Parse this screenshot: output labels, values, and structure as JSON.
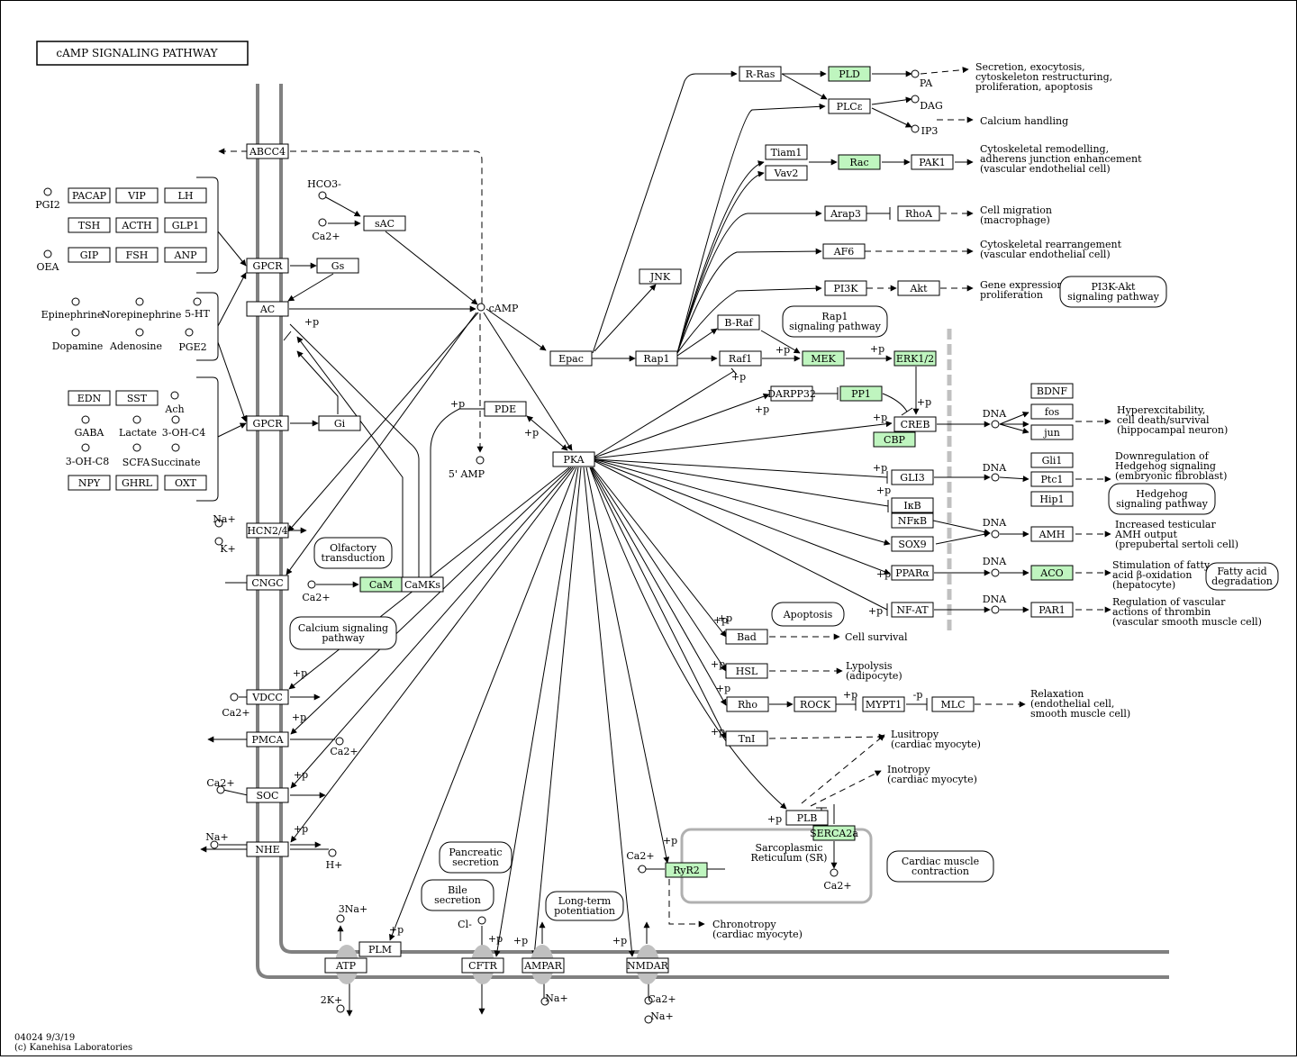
{
  "title": "cAMP SIGNALING PATHWAY",
  "footer": {
    "code": "04024 9/3/19",
    "copyright": "(c) Kanehisa Laboratories"
  },
  "colors": {
    "highlight": "#bff5bf",
    "membrane": "#808080"
  },
  "nodes": {
    "abcc4": "ABCC4",
    "pacap": "PACAP",
    "vip": "VIP",
    "lh": "LH",
    "tsh": "TSH",
    "acth": "ACTH",
    "glp1": "GLP1",
    "gip": "GIP",
    "fsh": "FSH",
    "anp": "ANP",
    "gpcr1": "GPCR",
    "gs": "Gs",
    "ac": "AC",
    "sac": "sAC",
    "edn": "EDN",
    "sst": "SST",
    "npy": "NPY",
    "ghrl": "GHRL",
    "oxt": "OXT",
    "gpcr2": "GPCR",
    "gi": "Gi",
    "hcn": "HCN2/4",
    "cngc": "CNGC",
    "cam": "CaM",
    "camks": "CaMKs",
    "vdcc": "VDCC",
    "pmca": "PMCA",
    "soc": "SOC",
    "nhe": "NHE",
    "atp": "ATP",
    "plm": "PLM",
    "cftr": "CFTR",
    "ampar": "AMPAR",
    "nmdar": "NMDAR",
    "pde": "PDE",
    "pka": "PKA",
    "epac": "Epac",
    "rap1": "Rap1",
    "jnk": "JNK",
    "rras": "R-Ras",
    "pld": "PLD",
    "plce": "PLCε",
    "tiam1": "Tiam1",
    "vav2": "Vav2",
    "rac": "Rac",
    "pak1": "PAK1",
    "arap3": "Arap3",
    "rhoa": "RhoA",
    "af6": "AF6",
    "pi3k": "PI3K",
    "akt": "Akt",
    "braf": "B-Raf",
    "raf1": "Raf1",
    "mek": "MEK",
    "erk": "ERK1/2",
    "darpp32": "DARPP32",
    "pp1": "PP1",
    "creb": "CREB",
    "cbp": "CBP",
    "gli3": "GLI3",
    "ikb": "IκB",
    "nfkb": "NFκB",
    "sox9": "SOX9",
    "ppara": "PPARα",
    "nfat": "NF-AT",
    "bdnf": "BDNF",
    "fos": "fos",
    "jun": "jun",
    "gli1": "Gli1",
    "ptc1": "Ptc1",
    "hip1": "Hip1",
    "amh": "AMH",
    "aco": "ACO",
    "par1": "PAR1",
    "bad": "Bad",
    "hsl": "HSL",
    "rho": "Rho",
    "rock": "ROCK",
    "mypt1": "MYPT1",
    "mlc": "MLC",
    "tni": "TnI",
    "plb": "PLB",
    "serca2a": "SERCA2a",
    "ryr2": "RyR2"
  },
  "compounds": {
    "pgi2": "PGI2",
    "oea": "OEA",
    "epinephrine": "Epinephrine",
    "norepinephrine": "Norepinephrine",
    "ht5": "5-HT",
    "dopamine": "Dopamine",
    "adenosine": "Adenosine",
    "pge2": "PGE2",
    "hco3": "HCO3-",
    "ca": "Ca2+",
    "camp": "cAMP",
    "amp5": "5' AMP",
    "ach": "Ach",
    "gaba": "GABA",
    "lactate": "Lactate",
    "ohc4": "3-OH-C4",
    "ohc8": "3-OH-C8",
    "scfa": "SCFA",
    "succinate": "Succinate",
    "na": "Na+",
    "k": "K+",
    "h": "H+",
    "na3": "3Na+",
    "k2": "2K+",
    "cl": "Cl-",
    "pa": "PA",
    "dag": "DAG",
    "ip3": "IP3",
    "dna": "DNA"
  },
  "mods": {
    "plus_p": "+p",
    "minus_p": "-p"
  },
  "outcomes": {
    "secretion": [
      "Secretion, exocytosis,",
      "cytoskeleton restructuring,",
      "proliferation, apoptosis"
    ],
    "calcium_handling": [
      "Calcium handling"
    ],
    "cytoskeletal": [
      "Cytoskeletal remodelling,",
      "adherens junction enhancement",
      "(vascular endothelial cell)"
    ],
    "migration": [
      "Cell migration",
      "(macrophage)"
    ],
    "rearrangement": [
      "Cytoskeletal rearrangement",
      "(vascular endothelial cell)"
    ],
    "gene_expression": [
      "Gene expression,",
      "proliferation"
    ],
    "hyperexcitability": [
      "Hyperexcitability,",
      "cell death/survival",
      "(hippocampal neuron)"
    ],
    "hedgehog_down": [
      "Downregulation of",
      "Hedgehog signaling",
      "(embryonic fibroblast)"
    ],
    "amh_output": [
      "Increased testicular",
      "AMH output",
      "(prepubertal sertoli cell)"
    ],
    "fatty_oxidation": [
      "Stimulation of fatty",
      "acid β-oxidation",
      "(hepatocyte)"
    ],
    "thrombin": [
      "Regulation of vascular",
      "actions of thrombin",
      "(vascular smooth muscle cell)"
    ],
    "cell_survival": [
      "Cell survival"
    ],
    "lypolysis": [
      "Lypolysis",
      "(adipocyte)"
    ],
    "relaxation": [
      "Relaxation",
      "(endothelial cell,",
      "smooth muscle cell)"
    ],
    "lusitropy": [
      "Lusitropy",
      "(cardiac myocyte)"
    ],
    "inotropy": [
      "Inotropy",
      "(cardiac myocyte)"
    ],
    "chronotropy": [
      "Chronotropy",
      "(cardiac myocyte)"
    ]
  },
  "pathways": {
    "pi3k_akt": [
      "PI3K-Akt",
      "signaling pathway"
    ],
    "rap1": [
      "Rap1",
      "signaling pathway"
    ],
    "hedgehog": [
      "Hedgehog",
      "signaling pathway"
    ],
    "fatty_acid": [
      "Fatty acid",
      "degradation"
    ],
    "apoptosis": [
      "Apoptosis"
    ],
    "olfactory": [
      "Olfactory",
      "transduction"
    ],
    "calcium": [
      "Calcium signaling",
      "pathway"
    ],
    "pancreatic": [
      "Pancreatic",
      "secretion"
    ],
    "bile": [
      "Bile",
      "secretion"
    ],
    "ltp": [
      "Long-term",
      "potentiation"
    ],
    "cardiac": [
      "Cardiac muscle",
      "contraction"
    ],
    "sr": [
      "Sarcoplasmic",
      "Reticulum (SR)"
    ]
  }
}
